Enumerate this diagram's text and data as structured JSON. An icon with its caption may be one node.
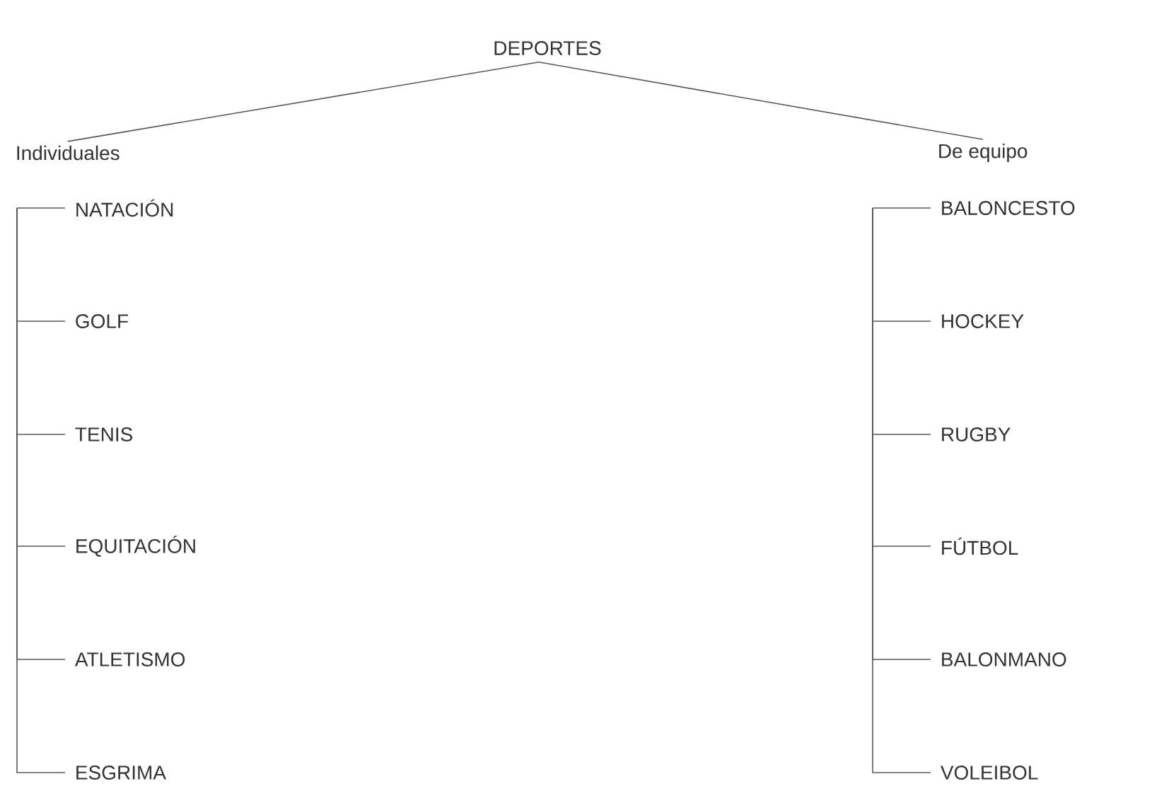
{
  "diagram": {
    "nodes": [
      {
        "text": [
          "DEPORTES"
        ]
      },
      {
        "text": [
          "Individuales"
        ]
      },
      {
        "text": [
          "De equipo"
        ]
      },
      {
        "text": [
          "NATACIÓN"
        ]
      },
      {
        "text": [
          "GOLF"
        ]
      },
      {
        "text": [
          "TENIS"
        ]
      },
      {
        "text": [
          "EQUITACIÓN"
        ]
      },
      {
        "text": [
          "ATLETISMO"
        ]
      },
      {
        "text": [
          "ESGRIMA"
        ]
      },
      {
        "text": [
          "BALONCESTO"
        ]
      },
      {
        "text": [
          "HOCKEY"
        ]
      },
      {
        "text": [
          "RUGBY"
        ]
      },
      {
        "text": [
          "FÚTBOL"
        ]
      },
      {
        "text": [
          "BALONMANO"
        ]
      },
      {
        "text": [
          "VOLEIBOL"
        ]
      }
    ],
    "edges": [
      {
        "from": 0,
        "to": 1,
        "arrow": "none"
      },
      {
        "from": 0,
        "to": 2,
        "arrow": "none"
      },
      {
        "from": null,
        "to": 3,
        "arrow": "none"
      },
      {
        "from": null,
        "to": 4,
        "arrow": "none"
      },
      {
        "from": null,
        "to": 5,
        "arrow": "none"
      },
      {
        "from": null,
        "to": 6,
        "arrow": "none"
      },
      {
        "from": null,
        "to": 7,
        "arrow": "none"
      },
      {
        "from": null,
        "to": 8,
        "arrow": "none"
      },
      {
        "from": null,
        "to": 9,
        "arrow": "none"
      },
      {
        "from": null,
        "to": 10,
        "arrow": "none"
      },
      {
        "from": null,
        "to": 11,
        "arrow": "none"
      },
      {
        "from": null,
        "to": 12,
        "arrow": "none"
      },
      {
        "from": null,
        "to": 13,
        "arrow": "none"
      },
      {
        "from": null,
        "to": 14,
        "arrow": "none"
      }
    ]
  }
}
